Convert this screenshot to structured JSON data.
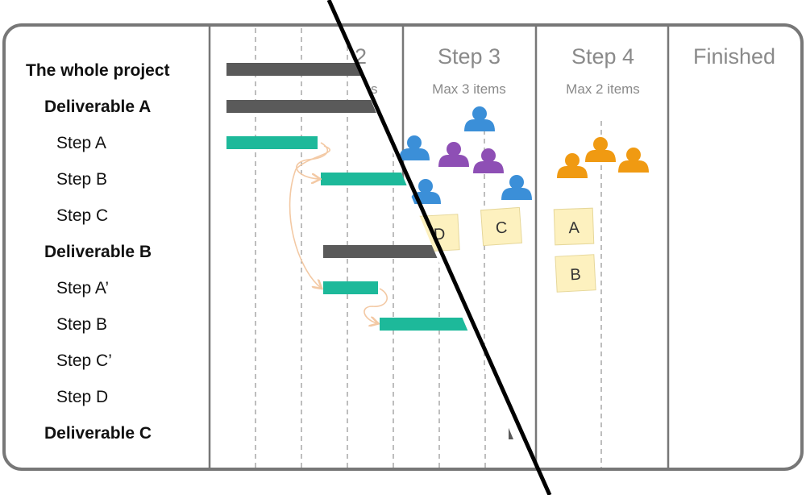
{
  "colors": {
    "frame": "#777777",
    "summary_bar": "#5a5a5a",
    "task_bar": "#1db99a",
    "arrow": "#f3c9a4",
    "card": "#fdf1bf",
    "person_blue": "#3b8fd8",
    "person_purple": "#8e4fb5",
    "person_orange": "#f09a12",
    "divider_line": "#000000"
  },
  "tasks": [
    {
      "label": "The whole project",
      "level": 0
    },
    {
      "label": "Deliverable A",
      "level": 1
    },
    {
      "label": "Step A",
      "level": 2
    },
    {
      "label": "Step B",
      "level": 2
    },
    {
      "label": "Step C",
      "level": 2
    },
    {
      "label": "Deliverable B",
      "level": 1
    },
    {
      "label": "Step A’",
      "level": 2
    },
    {
      "label": "Step B",
      "level": 2
    },
    {
      "label": "Step C’",
      "level": 2
    },
    {
      "label": "Step D",
      "level": 2
    },
    {
      "label": "Deliverable C",
      "level": 1
    }
  ],
  "kanban": {
    "columns": [
      {
        "title": "2",
        "subtitle": "s"
      },
      {
        "title": "Step 3",
        "subtitle": "Max 3 items"
      },
      {
        "title": "Step 4",
        "subtitle": "Max 2 items"
      },
      {
        "title": "Finished",
        "subtitle": ""
      }
    ],
    "cards": [
      "D",
      "C",
      "A",
      "B"
    ]
  },
  "icons": {
    "person": "person-icon",
    "connector": "dependency-arrow"
  }
}
